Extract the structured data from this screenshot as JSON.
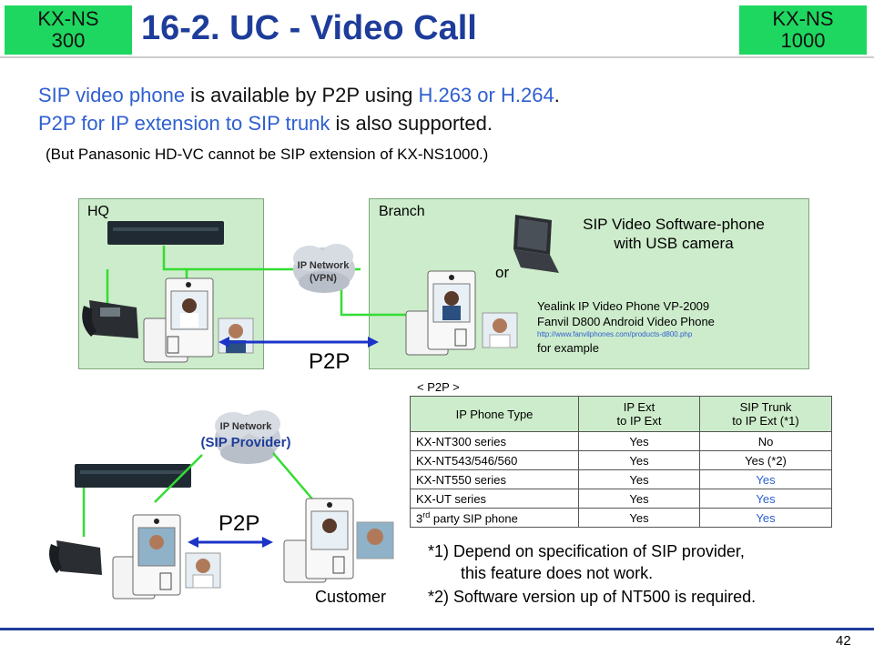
{
  "badges": {
    "left": "KX-NS\n300",
    "right": "KX-NS\n1000"
  },
  "title": "16-2. UC - Video Call",
  "intro": {
    "line1": {
      "a": "SIP video phone",
      "b": " is available by P2P using ",
      "c": "H.263 or H.264",
      "d": "."
    },
    "line2": {
      "a": "P2P for IP extension to SIP trunk",
      "b": " is also supported."
    },
    "line3": "(But Panasonic HD-VC cannot be SIP extension of KX-NS1000.)"
  },
  "diagram": {
    "hq_label": "HQ",
    "branch_label": "Branch",
    "cloud_vpn": {
      "line1": "IP Network",
      "line2": "(VPN)"
    },
    "softphone": {
      "line1": "SIP Video Software-phone",
      "line2": "with USB camera"
    },
    "or": "or",
    "examples": {
      "line1": "Yealink IP Video Phone VP-2009",
      "line2": "Fanvil D800 Android Video Phone",
      "url": "http://www.fanvilphones.com/products-d800.php",
      "line4": "for example"
    },
    "p2p_top": "P2P",
    "cloud_sip": {
      "line1": "IP Network",
      "line2": "(SIP Provider)"
    },
    "p2p_bottom": "P2P",
    "customer": "Customer"
  },
  "table": {
    "caption": "< P2P >",
    "headers": [
      {
        "l1": "IP Phone Type",
        "l2": ""
      },
      {
        "l1": "IP Ext",
        "l2": "to IP Ext"
      },
      {
        "l1": "SIP Trunk",
        "l2": "to IP Ext (*1)"
      }
    ],
    "rows": [
      {
        "type": "KX-NT300 series",
        "ext": "Yes",
        "trunk": "No"
      },
      {
        "type": "KX-NT543/546/560",
        "ext": "Yes",
        "trunk": "Yes (*2)"
      },
      {
        "type": "KX-NT550 series",
        "ext": "Yes",
        "trunk": "Yes"
      },
      {
        "type": "KX-UT series",
        "ext": "Yes",
        "trunk": "Yes"
      },
      {
        "type_base": "3",
        "type_sup": "rd",
        "type_rest": " party SIP phone",
        "ext": "Yes",
        "trunk": "Yes"
      }
    ]
  },
  "notes": {
    "n1a": "*1) Depend on specification of SIP provider,",
    "n1b": "this feature does not work.",
    "n2": "*2) Software version up of NT500 is required."
  },
  "page_number": "42",
  "colors": {
    "title": "#1e3c9a",
    "accent_blue": "#2f5fd0",
    "badge_green": "#1ed760",
    "panel_green": "#cdeccb",
    "link_green": "#33dd33"
  }
}
